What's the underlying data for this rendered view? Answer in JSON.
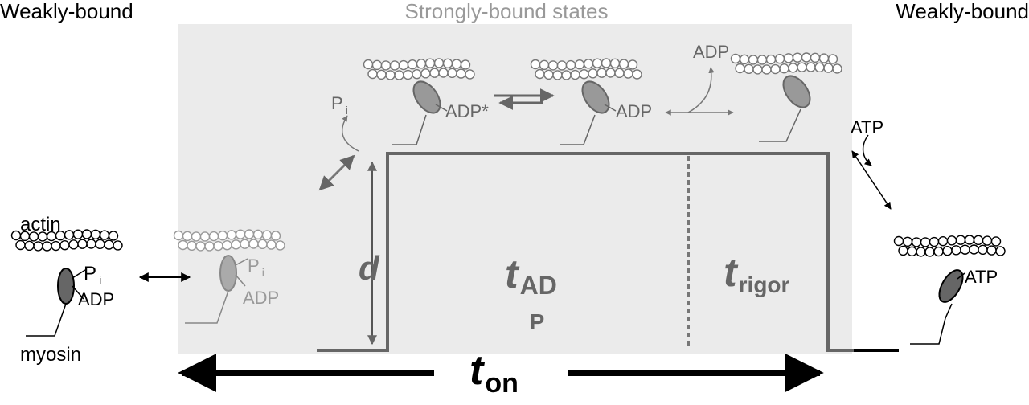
{
  "labels": {
    "weak_left": "Weakly-bound",
    "weak_right": "Weakly-bound",
    "strong_states": "Strongly-bound states",
    "actin": "actin",
    "myosin": "myosin",
    "p": "P",
    "i_sub": "i",
    "adp": "ADP",
    "adp_star": "ADP*",
    "adp_release": "ADP",
    "atp_in": "ATP",
    "atp_bound": "ATP",
    "d": "d",
    "t_adp_main": "t",
    "t_adp_sub": "AD",
    "t_adp_p": "P",
    "t_rigor_main": "t",
    "t_rigor_sub": "rigor",
    "t_on_main": "t",
    "t_on_sub": "on"
  },
  "colors": {
    "text_dark": "#000000",
    "text_gray": "#666666",
    "text_light": "#999999",
    "panel_bg": "#ebebeb",
    "head_fill": "#999999",
    "head_fill_dark": "#666666",
    "trace": "#666666"
  }
}
